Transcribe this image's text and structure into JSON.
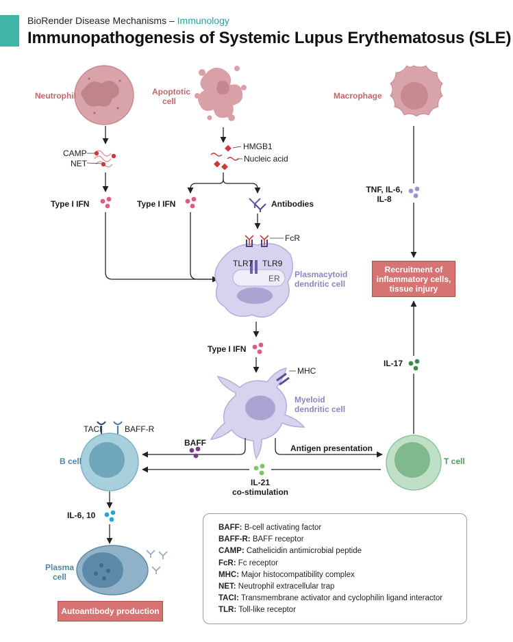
{
  "header": {
    "kicker_prefix": "BioRender Disease Mechanisms –",
    "kicker_topic": "Immunology",
    "title": "Immunopathogenesis of Systemic Lupus Erythematosus (SLE)",
    "accent_color": "#3fb5a7"
  },
  "cells": {
    "neutrophil": "Neutrophil",
    "apoptotic_line1": "Apoptotic",
    "apoptotic_line2": "cell",
    "macrophage": "Macrophage",
    "pdc_line1": "Plasmacytoid",
    "pdc_line2": "dendritic cell",
    "mdc_line1": "Myeloid",
    "mdc_line2": "dendritic cell",
    "b_cell": "B cell",
    "t_cell": "T cell",
    "plasma_line1": "Plasma",
    "plasma_line2": "cell"
  },
  "molecules": {
    "camp": "CAMP",
    "net": "NET",
    "hmgb1": "HMGB1",
    "nucleic_acid": "Nucleic acid",
    "type1_ifn_left": "Type I IFN",
    "type1_ifn_mid": "Type I IFN",
    "antibodies": "Antibodies",
    "fcr": "FcR",
    "tlr7": "TLR7",
    "tlr9": "TLR9",
    "er": "ER",
    "type1_ifn_pdc": "Type I IFN",
    "mhc": "MHC",
    "tnf_line1": "TNF, IL-6,",
    "tnf_line2": "IL-8",
    "il17": "IL-17",
    "taci": "TACI",
    "baff_r": "BAFF-R",
    "baff": "BAFF",
    "antigen_presentation": "Antigen presentation",
    "il21_line1": "IL-21",
    "il21_line2": "co-stimulation",
    "il6_10": "IL-6, 10"
  },
  "outcomes": {
    "recruitment_line1": "Recruitment of",
    "recruitment_line2": "inflammatory cells,",
    "recruitment_line3": "tissue injury",
    "autoantibody": "Autoantibody production"
  },
  "legend": [
    {
      "abbr": "BAFF:",
      "text": "B-cell activating factor"
    },
    {
      "abbr": "BAFF-R:",
      "text": "BAFF receptor"
    },
    {
      "abbr": "CAMP:",
      "text": "Cathelicidin antimicrobial peptide"
    },
    {
      "abbr": "FcR:",
      "text": "Fc receptor"
    },
    {
      "abbr": "MHC:",
      "text": "Major histocompatibility complex"
    },
    {
      "abbr": "NET:",
      "text": "Neutrophil extracellular trap"
    },
    {
      "abbr": "TACI:",
      "text": "Transmembrane activator and cyclophilin ligand interactor"
    },
    {
      "abbr": "TLR:",
      "text": "Toll-like receptor"
    }
  ],
  "colors": {
    "pink_label": "#c0676e",
    "purple_label": "#8b86c0",
    "blue_label": "#4b86a8",
    "green_label": "#4e9a5a",
    "outcome_box": "#d77373"
  }
}
